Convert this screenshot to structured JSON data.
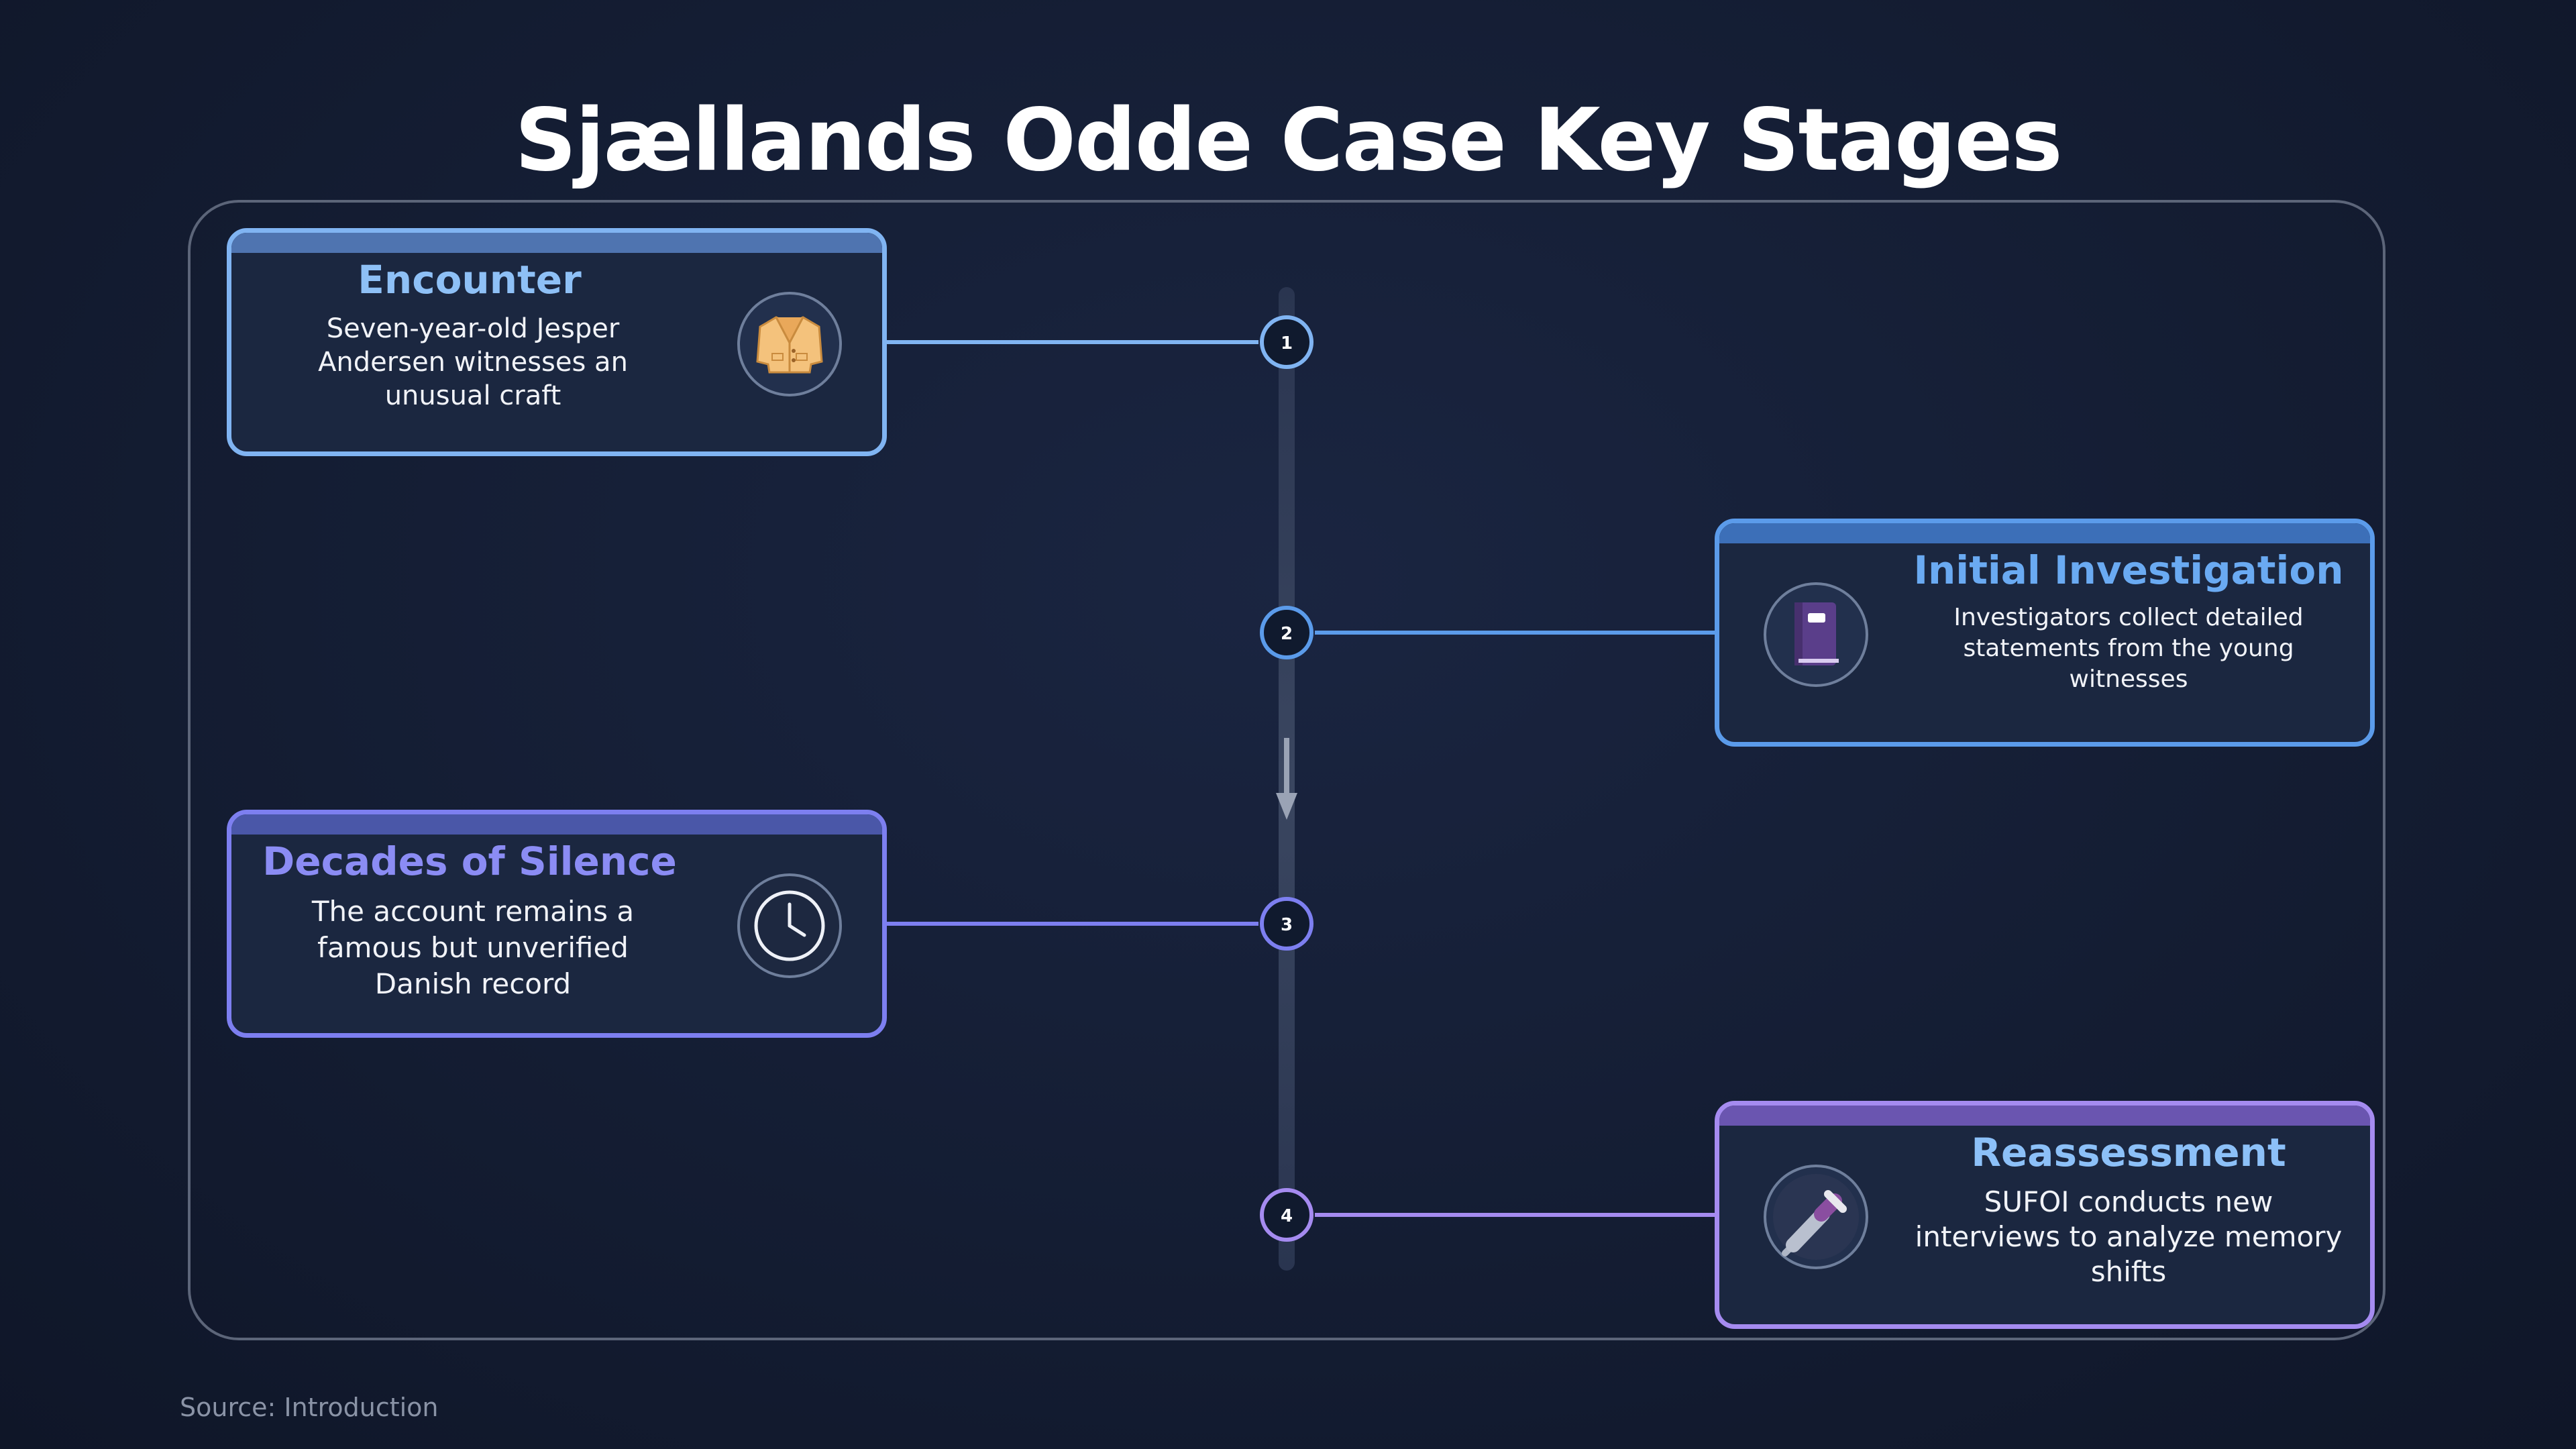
{
  "title": "Sjællands Odde Case Key Stages",
  "source": "Source: Introduction",
  "colors": {
    "stage1": "#80b4f2",
    "stage2": "#5b9bea",
    "stage3": "#7d7ff0",
    "stage4": "#a58bf0"
  },
  "stages": [
    {
      "number": "1",
      "title": "Encounter",
      "description": "Seven-year-old Jesper Andersen witnesses an unusual craft",
      "icon": "coat-icon"
    },
    {
      "number": "2",
      "title": "Initial Investigation",
      "description": "Investigators collect detailed statements from the young witnesses",
      "icon": "notebook-icon"
    },
    {
      "number": "3",
      "title": "Decades of Silence",
      "description": "The account remains a famous but unverified Danish record",
      "icon": "clock-icon"
    },
    {
      "number": "4",
      "title": "Reassessment",
      "description": "SUFOI conducts new interviews to analyze memory shifts",
      "icon": "microphone-icon"
    }
  ]
}
